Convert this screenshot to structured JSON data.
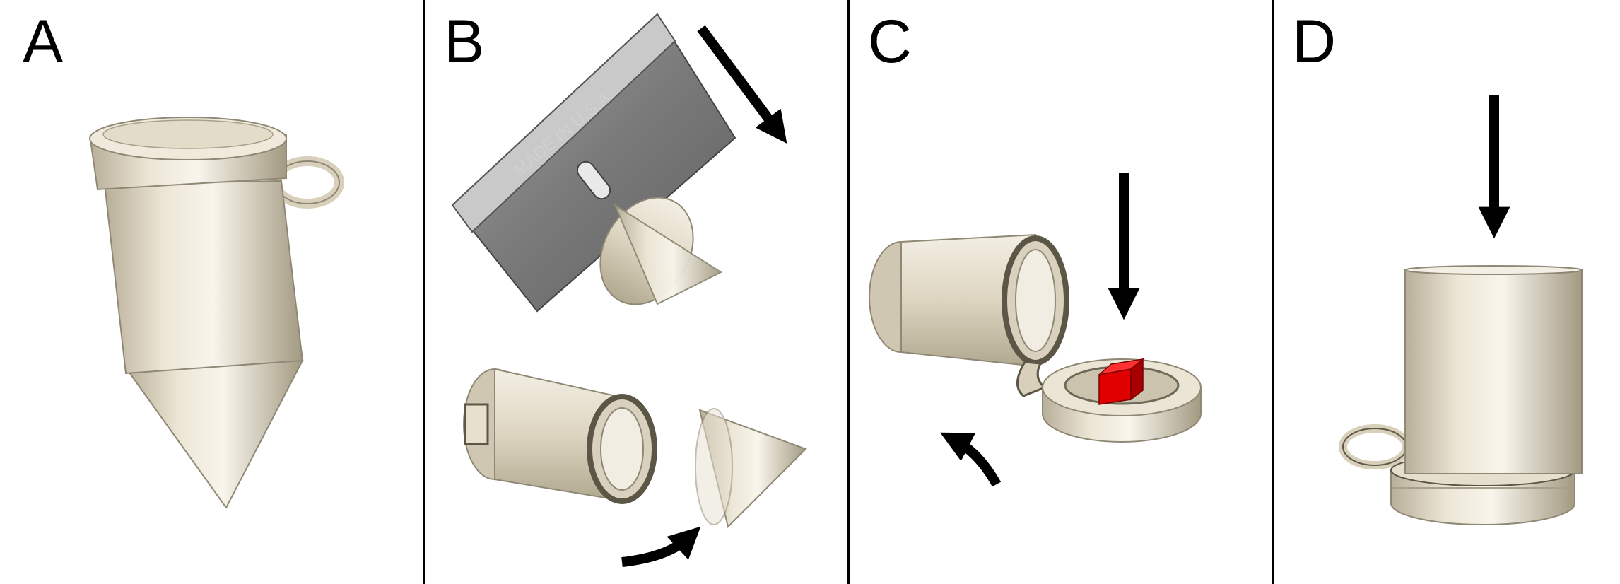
{
  "panels": [
    {
      "id": "A",
      "label": "A"
    },
    {
      "id": "B",
      "label": "B"
    },
    {
      "id": "C",
      "label": "C"
    },
    {
      "id": "D",
      "label": "D"
    }
  ],
  "blade_text": "MADE IN U.S.A.",
  "colors": {
    "background": "#ffffff",
    "tube_body": "#e0d8c4",
    "tube_edge": "#8f8875",
    "blade": "#8a8a8a",
    "sample": "#e00000",
    "arrow": "#000000",
    "divider": "#000000"
  },
  "icons": [
    "microcentrifuge-tube",
    "razor-blade",
    "tube-cap",
    "tissue-sample",
    "down-arrow",
    "curved-arrow"
  ]
}
